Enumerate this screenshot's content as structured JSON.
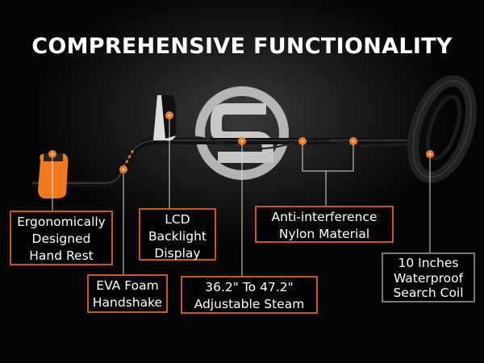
{
  "title": "COMPREHENSIVE FUNCTIONALITY",
  "labels": {
    "hand_rest": [
      "Ergonomically",
      "Designed",
      "Hand Rest"
    ],
    "handshake": [
      "EVA Foam",
      "Handshake"
    ],
    "display": [
      "LCD",
      "Backlight",
      "Display"
    ],
    "stem": [
      "36.2\" To 47.2\"",
      "Adjustable Steam"
    ],
    "nylon": [
      "Anti-interference",
      "Nylon Material"
    ],
    "coil": [
      "10 Inches",
      "Waterproof",
      "Search Coil"
    ]
  },
  "colors": {
    "accent": "#f07a1e",
    "border": "#c85a1a",
    "text": "#ffffff"
  }
}
